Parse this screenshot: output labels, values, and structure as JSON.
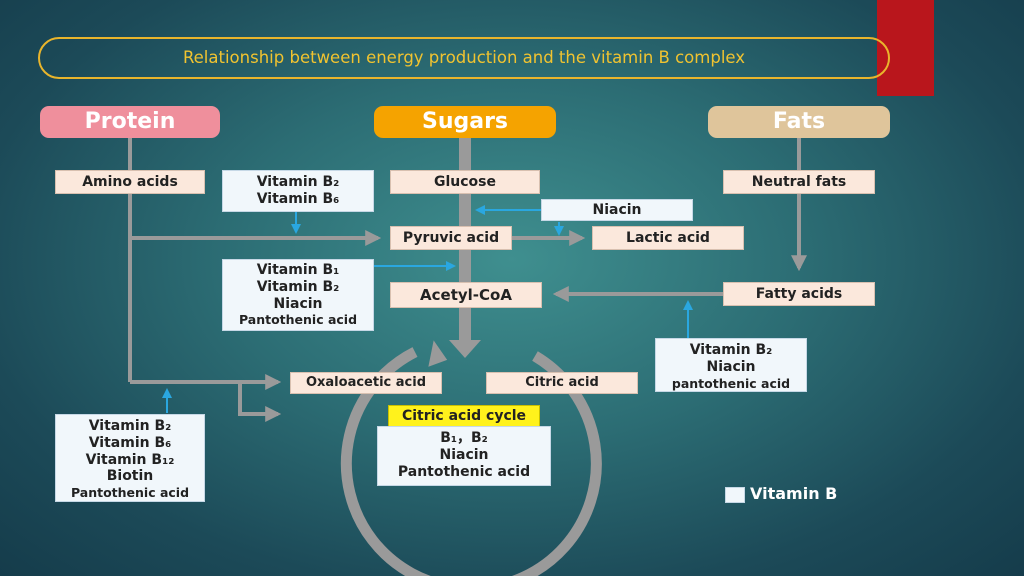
{
  "title": "Relationship between energy production and the vitamin B complex",
  "headers": {
    "protein": "Protein",
    "sugars": "Sugars",
    "fats": "Fats"
  },
  "nodes": {
    "amino_acids": "Amino acids",
    "glucose": "Glucose",
    "neutral_fats": "Neutral fats",
    "pyruvic_acid": "Pyruvic acid",
    "lactic_acid": "Lactic acid",
    "acetyl_coa": "Acetyl-CoA",
    "fatty_acids": "Fatty acids",
    "oxaloacetic_acid": "Oxaloacetic acid",
    "citric_acid": "Citric acid"
  },
  "vitamins": {
    "glycolysis": [
      "Vitamin B₂",
      "Vitamin B₆"
    ],
    "niacin": "Niacin",
    "pyruvate_to_acetyl": [
      "Vitamin B₁",
      "Vitamin B₂",
      "Niacin",
      "Pantothenic acid"
    ],
    "beta_oxidation": [
      "Vitamin B₂",
      "Niacin",
      "pantothenic acid"
    ],
    "amino_acid_metabolism": [
      "Vitamin B₂",
      "Vitamin B₆",
      "Vitamin B₁₂",
      "Biotin",
      "Pantothenic acid"
    ]
  },
  "cycle": {
    "label": "Citric acid cycle",
    "cofactors": [
      "B₁，B₂",
      "Niacin",
      "Pantothenic acid"
    ]
  },
  "legend": {
    "label": "Vitamin B"
  },
  "colors": {
    "accent_bar": "#b9161c",
    "title": "#f0c330",
    "protein": "#ef8f9c",
    "sugars": "#f5a300",
    "fats": "#dfc59b",
    "metabolite_box": "#fbe8dc",
    "vitamin_box": "#f1f7fb",
    "cycle_badge": "#fff21c",
    "vitamin_arrow": "#2aa7e0",
    "pathway": "#9a9a9a"
  }
}
